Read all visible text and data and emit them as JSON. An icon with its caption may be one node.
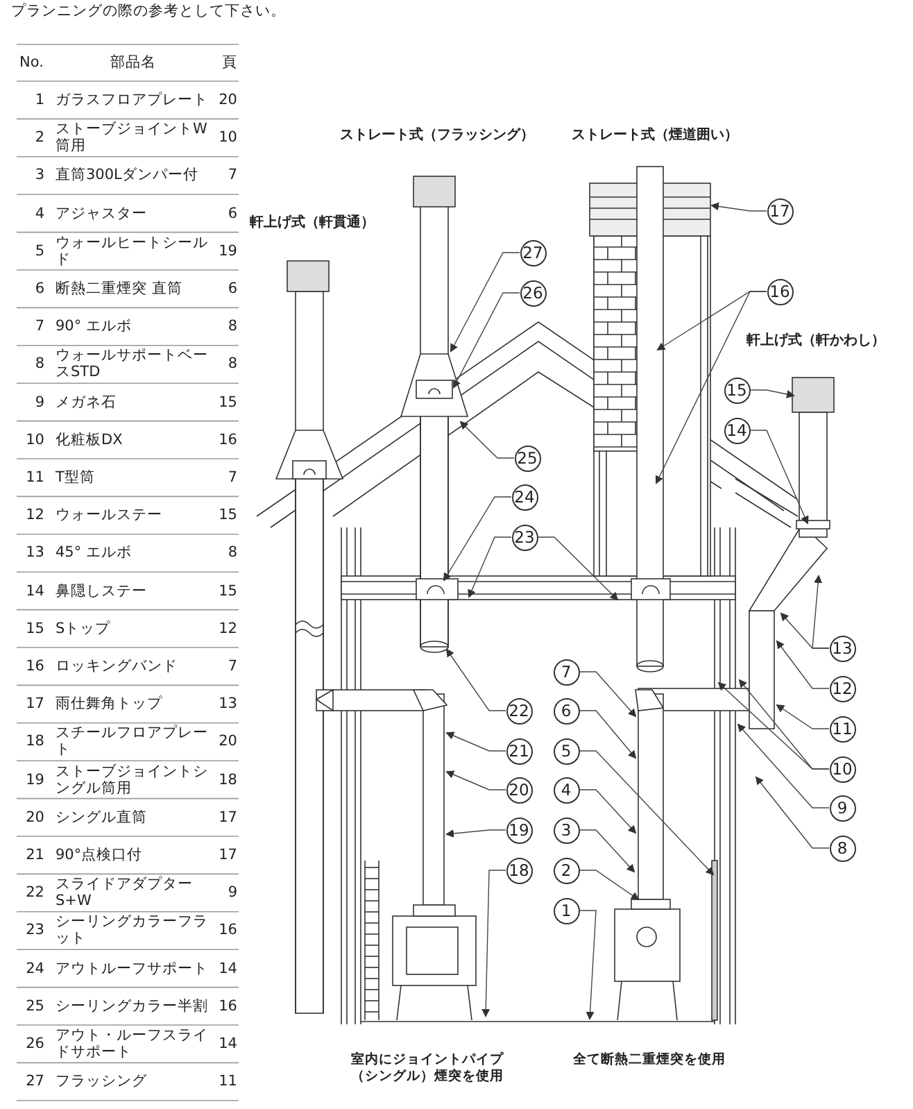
{
  "diagram": {
    "nodes": [
      {
        "text": [
          "1"
        ]
      },
      {
        "text": [
          "2"
        ]
      },
      {
        "text": [
          "3"
        ]
      },
      {
        "text": [
          "4"
        ]
      },
      {
        "text": [
          "5"
        ]
      },
      {
        "text": [
          "6"
        ]
      },
      {
        "text": [
          "7"
        ]
      },
      {
        "text": [
          "8"
        ]
      },
      {
        "text": [
          "9"
        ]
      },
      {
        "text": [
          "10"
        ]
      },
      {
        "text": [
          "11"
        ]
      },
      {
        "text": [
          "12"
        ]
      },
      {
        "text": [
          "13"
        ]
      },
      {
        "text": [
          "14"
        ]
      },
      {
        "text": [
          "15"
        ]
      },
      {
        "text": [
          "16"
        ]
      },
      {
        "text": [
          "17"
        ]
      },
      {
        "text": [
          "18"
        ]
      },
      {
        "text": [
          "19"
        ]
      },
      {
        "text": [
          "20"
        ]
      },
      {
        "text": [
          "21"
        ]
      },
      {
        "text": [
          "22"
        ]
      },
      {
        "text": [
          "23"
        ]
      },
      {
        "text": [
          "24"
        ]
      },
      {
        "text": [
          "25"
        ]
      },
      {
        "text": [
          "26"
        ]
      },
      {
        "text": [
          "27"
        ]
      }
    ],
    "edges": [
      {
        "from": 0,
        "to": null,
        "arrow": "to"
      },
      {
        "from": 1,
        "to": null,
        "arrow": "to"
      },
      {
        "from": 2,
        "to": null,
        "arrow": "to"
      },
      {
        "from": 3,
        "to": null,
        "arrow": "to"
      },
      {
        "from": 4,
        "to": null,
        "arrow": "to"
      },
      {
        "from": 5,
        "to": null,
        "arrow": "to"
      },
      {
        "from": 6,
        "to": null,
        "arrow": "to"
      },
      {
        "from": 7,
        "to": null,
        "arrow": "to"
      },
      {
        "from": 8,
        "to": null,
        "arrow": "to"
      },
      {
        "from": 9,
        "to": null,
        "arrow": "to"
      },
      {
        "from": 9,
        "to": null,
        "arrow": "to"
      },
      {
        "from": 10,
        "to": null,
        "arrow": "to"
      },
      {
        "from": 11,
        "to": null,
        "arrow": "to"
      },
      {
        "from": 12,
        "to": null,
        "arrow": "to"
      },
      {
        "from": 12,
        "to": null,
        "arrow": "to"
      },
      {
        "from": 13,
        "to": null,
        "arrow": "to"
      },
      {
        "from": 14,
        "to": null,
        "arrow": "to"
      },
      {
        "from": 15,
        "to": null,
        "arrow": "to"
      },
      {
        "from": 15,
        "to": null,
        "arrow": "to"
      },
      {
        "from": 16,
        "to": null,
        "arrow": "to"
      },
      {
        "from": 17,
        "to": null,
        "arrow": "to"
      },
      {
        "from": 18,
        "to": null,
        "arrow": "to"
      },
      {
        "from": 19,
        "to": null,
        "arrow": "to"
      },
      {
        "from": 20,
        "to": null,
        "arrow": "to"
      },
      {
        "from": 21,
        "to": null,
        "arrow": "to"
      },
      {
        "from": 22,
        "to": null,
        "arrow": "to"
      },
      {
        "from": 22,
        "to": null,
        "arrow": "to"
      },
      {
        "from": 23,
        "to": null,
        "arrow": "to"
      },
      {
        "from": 24,
        "to": null,
        "arrow": "to"
      },
      {
        "from": 25,
        "to": null,
        "arrow": "to"
      },
      {
        "from": 26,
        "to": null,
        "arrow": "to"
      }
    ],
    "labels": [
      "プランニングの際の参考として下さい。",
      "No.",
      "部品名",
      "頁",
      "1",
      "ガラスフロアプレート",
      "20",
      "2",
      "ストーブジョイントW筒用",
      "10",
      "3",
      "直筒300Lダンパー付",
      "7",
      "4",
      "アジャスター",
      "6",
      "5",
      "ウォールヒートシールド",
      "19",
      "6",
      "断熱二重煙突 直筒",
      "6",
      "7",
      "90° エルボ",
      "8",
      "8",
      "ウォールサポートベースSTD",
      "8",
      "9",
      "メガネ石",
      "15",
      "10",
      "化粧板DX",
      "16",
      "11",
      "T型筒",
      "7",
      "12",
      "ウォールステー",
      "15",
      "13",
      "45° エルボ",
      "8",
      "14",
      "鼻隠しステー",
      "15",
      "15",
      "Sトップ",
      "12",
      "16",
      "ロッキングバンド",
      "7",
      "17",
      "雨仕舞角トップ",
      "13",
      "18",
      "スチールフロアプレート",
      "20",
      "19",
      "ストーブジョイントシングル筒用",
      "18",
      "20",
      "シングル直筒",
      "17",
      "21",
      "90°点検口付",
      "17",
      "22",
      "スライドアダプターS+W",
      "9",
      "23",
      "シーリングカラーフラット",
      "16",
      "24",
      "アウトルーフサポート",
      "14",
      "25",
      "シーリングカラー半割",
      "16",
      "26",
      "アウト・ルーフスライドサポート",
      "14",
      "27",
      "フラッシング",
      "11",
      "軒上げ式（軒貫通）",
      "ストレート式（フラッシング）",
      "ストレート式（煙道囲い）",
      "軒上げ式（軒かわし）",
      "室内にジョイントパイプ（シングル）煙突を使用",
      "全て断熱二重煙突を使用"
    ]
  }
}
